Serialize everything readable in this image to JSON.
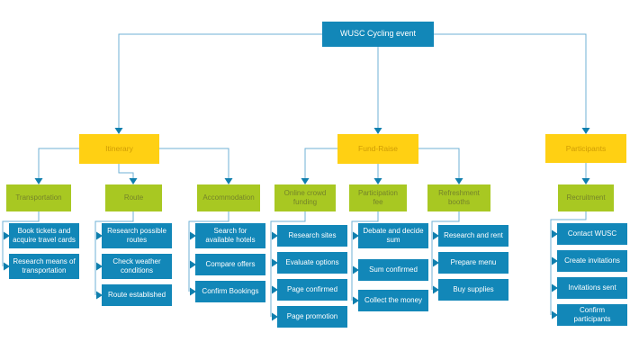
{
  "diagram_title": "WUSC Cycling event",
  "root": {
    "label": "WUSC Cycling event"
  },
  "branches": [
    {
      "label": "Itinerary",
      "groups": [
        {
          "label": "Transportation",
          "tasks": [
            "Book tickets and acquire travel cards",
            "Research means of transportation"
          ]
        },
        {
          "label": "Route",
          "tasks": [
            "Research possible routes",
            "Check weather conditions",
            "Route established"
          ]
        },
        {
          "label": "Accommodation",
          "tasks": [
            "Search for available hotels",
            "Compare offers",
            "Confirm Bookings"
          ]
        }
      ]
    },
    {
      "label": "Fund-Raise",
      "groups": [
        {
          "label": "Online crowd funding",
          "tasks": [
            "Research sites",
            "Evaluate options",
            "Page confirmed",
            "Page promotion"
          ]
        },
        {
          "label": "Participation fee",
          "tasks": [
            "Debate and decide sum",
            "Sum confirmed",
            "Collect the money"
          ]
        },
        {
          "label": "Refreshment booths",
          "tasks": [
            "Research and rent",
            "Prepare menu",
            "Buy supplies"
          ]
        }
      ]
    },
    {
      "label": "Participants",
      "groups": [
        {
          "label": "Recruitment",
          "tasks": [
            "Contact WUSC",
            "Create invitations",
            "Invitations sent",
            "Confirm participants"
          ]
        }
      ]
    }
  ],
  "colors": {
    "root_box": "#1287b8",
    "branch_box": "#ffd013",
    "group_box": "#a8c822",
    "task_box": "#1287b8",
    "connector": "#6fb1d4",
    "arrowhead": "#0f7fae",
    "branch_text": "#cf9c04",
    "group_text": "#75842a",
    "task_text": "#ffffff"
  }
}
